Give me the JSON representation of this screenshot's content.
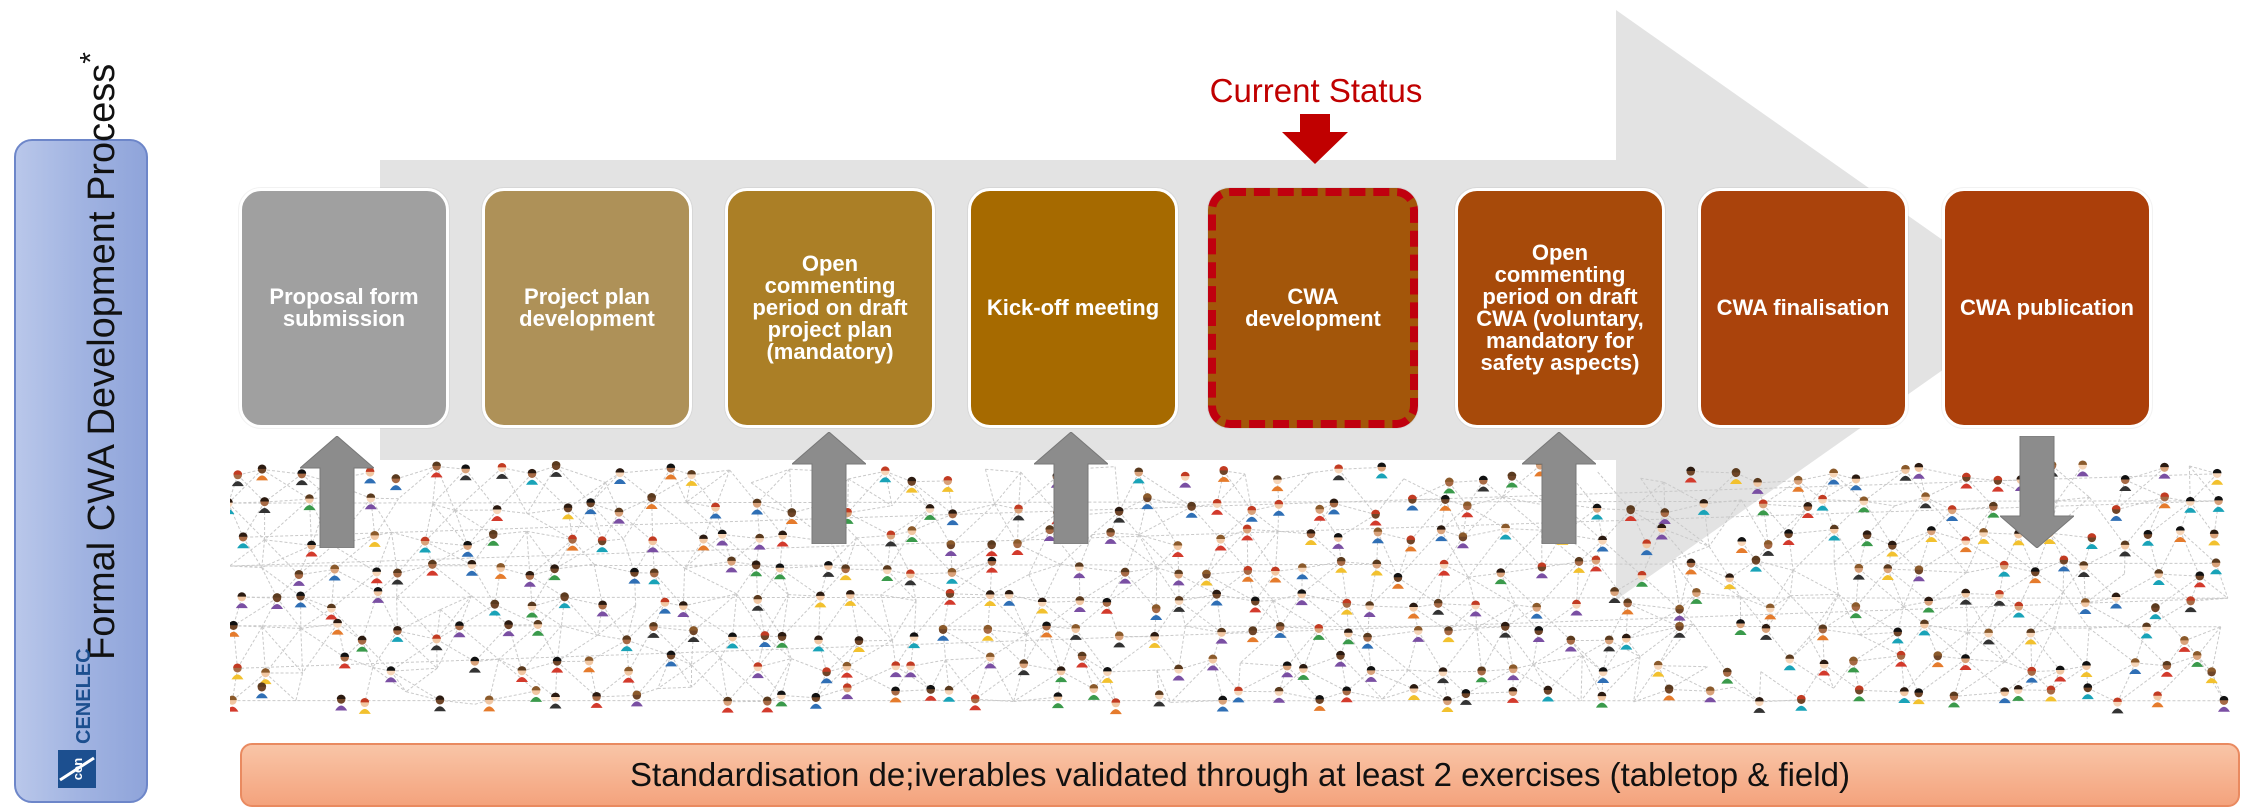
{
  "side_title": "Formal CWA Development Process",
  "side_title_mark": "*",
  "logo": {
    "top_text": "cen",
    "bottom_text": "CENELEC"
  },
  "status_label": "Current Status",
  "stages": [
    {
      "label": "Proposal form submission",
      "color": "#a0a0a0",
      "current": false
    },
    {
      "label": "Project plan development",
      "color": "#ae9158",
      "current": false
    },
    {
      "label": "Open commenting period on draft project plan (mandatory)",
      "color": "#ab7f26",
      "current": false
    },
    {
      "label": "Kick-off meeting",
      "color": "#a66a00",
      "current": false
    },
    {
      "label": "CWA development",
      "color": "#a3560a",
      "current": true
    },
    {
      "label": "Open commenting period on draft CWA (voluntary, mandatory for safety aspects)",
      "color": "#a74a0a",
      "current": false
    },
    {
      "label": "CWA finalisation",
      "color": "#aa430c",
      "current": false
    },
    {
      "label": "CWA publication",
      "color": "#ab3f0a",
      "current": false
    }
  ],
  "stakeholder_arrows": [
    {
      "stage": 1,
      "direction": "up"
    },
    {
      "stage": 3,
      "direction": "up"
    },
    {
      "stage": 4,
      "direction": "up"
    },
    {
      "stage": 6,
      "direction": "up"
    },
    {
      "stage": 8,
      "direction": "down"
    }
  ],
  "bottom_banner": "Standardisation de;iverables validated through at least 2 exercises (tabletop & field)"
}
